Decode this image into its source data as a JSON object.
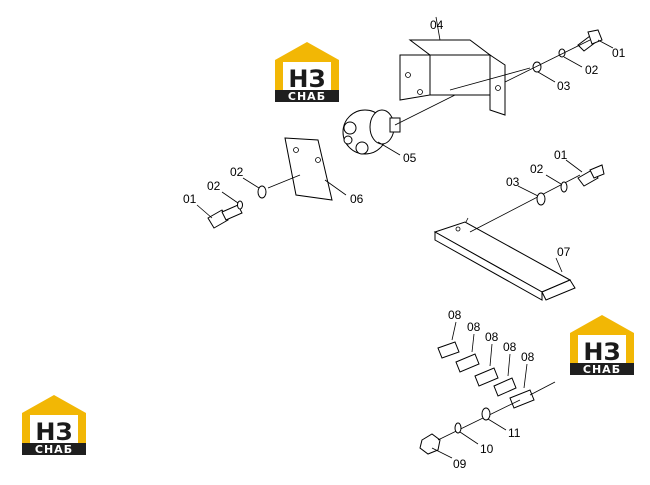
{
  "logo": {
    "letters": "НЗ",
    "word": "СНАБ",
    "color_yellow": "#f2b705",
    "color_dark": "#1f1f1f"
  },
  "labels": {
    "top_right_01": "01",
    "top_right_02": "02",
    "top_right_03": "03",
    "top_04": "04",
    "switch_05": "05",
    "plate_06": "06",
    "left_01": "01",
    "left_02a": "02",
    "left_02b": "02",
    "mid_01": "01",
    "mid_02": "02",
    "mid_03": "03",
    "bracket_07": "07",
    "nip_08a": "08",
    "nip_08b": "08",
    "nip_08c": "08",
    "nip_08d": "08",
    "nip_08e": "08",
    "nut_09": "09",
    "washer_10": "10",
    "washer_11": "11"
  }
}
